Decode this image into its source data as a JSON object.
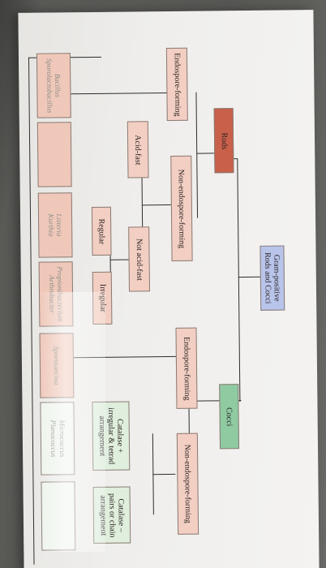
{
  "diagram": {
    "root": "Gram-positive\nRods and Cocci",
    "rods": "Rods",
    "cocci": "Cocci",
    "rods_endospore": "Endospore-forming",
    "rods_non_endospore": "Non-endospore-forming",
    "acid_fast": "Acid-fast",
    "not_acid_fast": "Not acid-fast",
    "regular": "Regular",
    "irregular": "Irregular",
    "cocci_endospore": "Endospore-forming",
    "cocci_non_endospore": "Non-endospore-forming",
    "catalase_pos": "Catalase +\nirregular & tetrad\narrangement",
    "catalase_neg": "Catalase –\npairs or chain\narrangement",
    "genera": {
      "bacillus": "Bacillus\nSporolactobacillus",
      "listeria": "Listeria\nKurthia",
      "propionibacterium": "Propionibacterium\nArthrobacter",
      "sporosarcina": "Sporosarcina",
      "micrococcus": "Micrococcus\nPlanococcus"
    }
  },
  "colors": {
    "pink": "#f2cfc2",
    "rods": "#c8604a",
    "cocci": "#8fcaa1",
    "catalase": "#dfeedd",
    "root": "#b9c4ea"
  }
}
